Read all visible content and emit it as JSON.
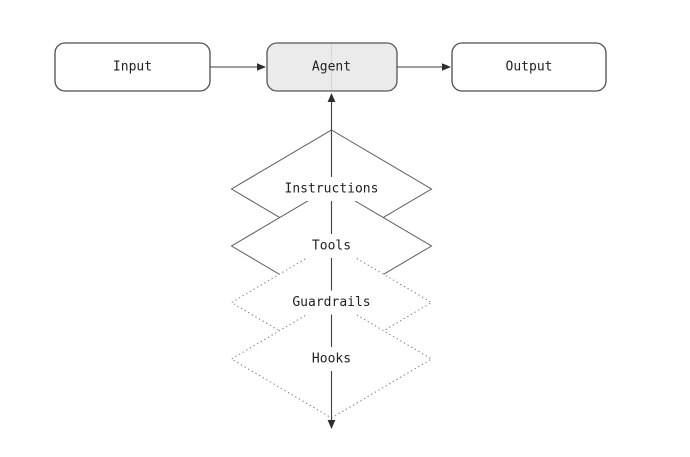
{
  "diagram": {
    "nodes": {
      "input": {
        "label": "Input"
      },
      "agent": {
        "label": "Agent"
      },
      "output": {
        "label": "Output"
      }
    },
    "flow": {
      "arrow_input_to_agent": "input-to-agent",
      "arrow_agent_to_output": "agent-to-output",
      "spine_top_arrow": "points-up-to-agent",
      "spine_bottom_arrow": "points-down"
    },
    "layers": [
      {
        "label": "Instructions",
        "border": "solid"
      },
      {
        "label": "Tools",
        "border": "solid"
      },
      {
        "label": "Guardrails",
        "border": "dotted"
      },
      {
        "label": "Hooks",
        "border": "dotted"
      }
    ],
    "colors": {
      "background": "#ffffff",
      "box_border": "#4d4d4d",
      "agent_fill": "#ebebeb",
      "line": "#3f3f3f",
      "dotted_border": "#7f7f7f",
      "text": "#1f1f1f"
    }
  }
}
